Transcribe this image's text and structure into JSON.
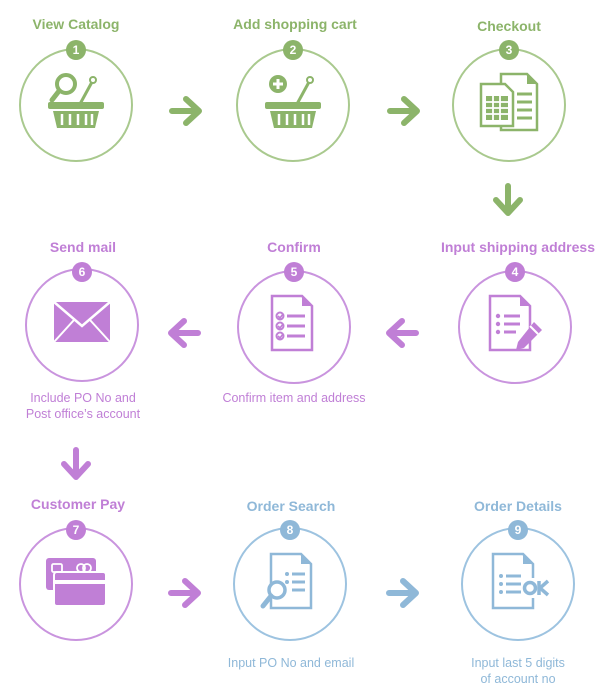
{
  "steps": [
    {
      "number": "1",
      "title": "View Catalog",
      "icon": "basket-search-icon"
    },
    {
      "number": "2",
      "title": "Add shopping cart",
      "icon": "basket-add-icon"
    },
    {
      "number": "3",
      "title": "Checkout",
      "icon": "documents-table-icon"
    },
    {
      "number": "4",
      "title": "Input shipping address",
      "icon": "document-pen-icon"
    },
    {
      "number": "5",
      "title": "Confirm",
      "icon": "document-checklist-icon",
      "caption_line1": "Confirm item and address"
    },
    {
      "number": "6",
      "title": "Send mail",
      "icon": "envelope-icon",
      "caption_line1": "Include PO No and",
      "caption_line2": "Post office’s account"
    },
    {
      "number": "7",
      "title": "Customer Pay",
      "icon": "credit-card-icon"
    },
    {
      "number": "8",
      "title": "Order Search",
      "icon": "document-search-icon",
      "caption_line1": "Input PO No and email"
    },
    {
      "number": "9",
      "title": "Order Details",
      "icon": "document-ok-icon",
      "caption_line1": "Input last 5 digits",
      "caption_line2": "of account no"
    }
  ],
  "colors": {
    "green": "#8cb46a",
    "purple": "#c07fd6",
    "blue": "#8fb8d8"
  }
}
